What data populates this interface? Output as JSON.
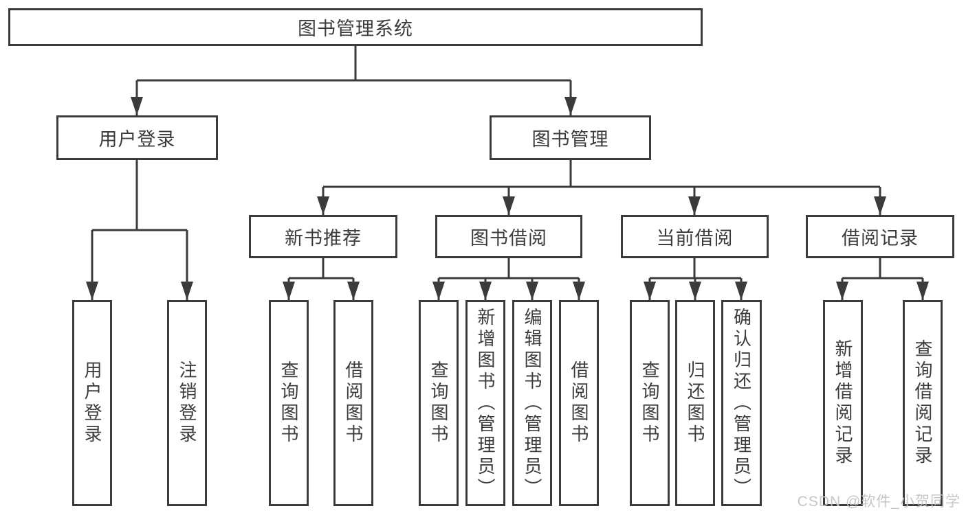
{
  "nodes": {
    "root": "图书管理系统",
    "l2": [
      "用户登录",
      "图书管理"
    ],
    "l3": [
      "新书推荐",
      "图书借阅",
      "当前借阅",
      "借阅记录"
    ],
    "leaves_login": [
      "用户登录",
      "注销登录"
    ],
    "leaves_newbooks": [
      "查询图书",
      "借阅图书"
    ],
    "leaves_borrow": [
      "查询图书",
      "新增图书（管理员）",
      "编辑图书（管理员）",
      "借阅图书"
    ],
    "leaves_current": [
      "查询图书",
      "归还图书",
      "确认归还（管理员）"
    ],
    "leaves_records": [
      "新增借阅记录",
      "查询借阅记录"
    ]
  },
  "watermark": {
    "text": "CSDN @软件_小贺同学"
  },
  "colors": {
    "line": "#3b3b3b",
    "text": "#3c3c3c",
    "background": "#ffffff",
    "watermark": "#c6c6c6"
  }
}
